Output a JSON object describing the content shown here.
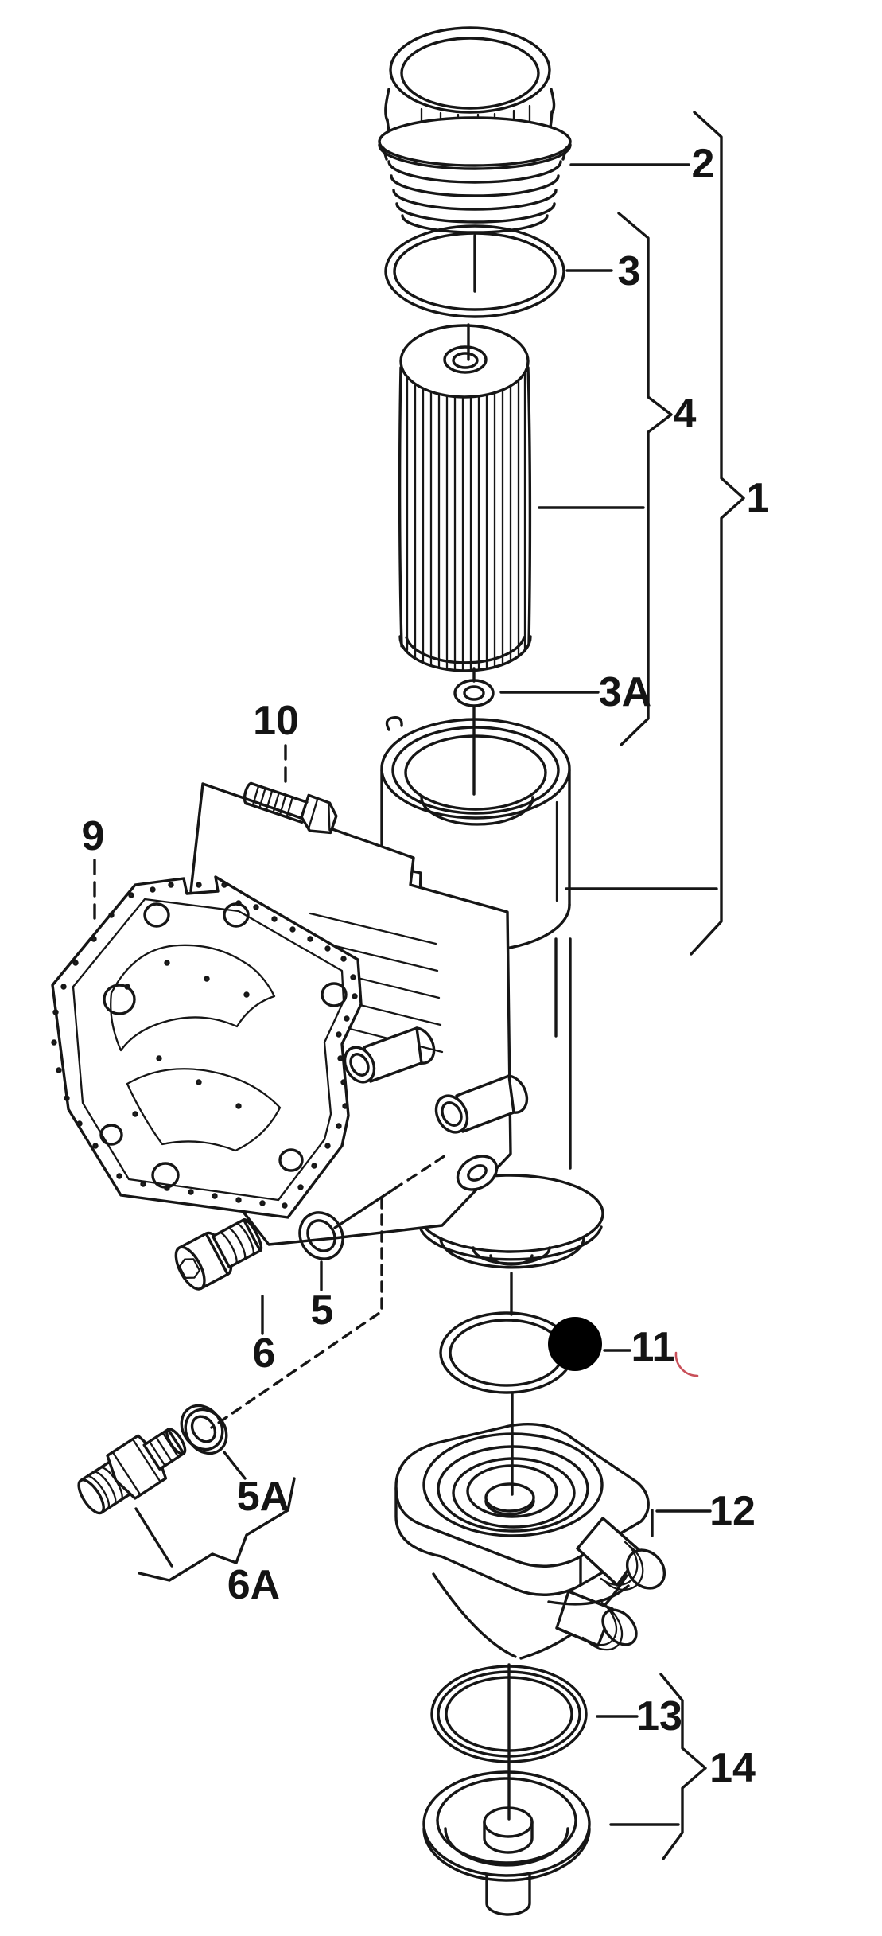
{
  "diagram": {
    "type": "exploded-parts-diagram",
    "subject": "oil-filter-housing-and-oil-cooler",
    "background": "#ffffff",
    "line_color": "#161616",
    "highlight": {
      "marker": "filled-circle",
      "on_part": "11",
      "color": "#000000"
    },
    "accent_mark_color": "#c9505a",
    "callouts": [
      {
        "id": "1",
        "text": "1"
      },
      {
        "id": "2",
        "text": "2"
      },
      {
        "id": "3",
        "text": "3"
      },
      {
        "id": "3A",
        "text": "3A"
      },
      {
        "id": "4",
        "text": "4"
      },
      {
        "id": "5",
        "text": "5"
      },
      {
        "id": "5A",
        "text": "5A"
      },
      {
        "id": "6",
        "text": "6"
      },
      {
        "id": "6A",
        "text": "6A"
      },
      {
        "id": "9",
        "text": "9"
      },
      {
        "id": "10",
        "text": "10"
      },
      {
        "id": "11",
        "text": "11"
      },
      {
        "id": "12",
        "text": "12"
      },
      {
        "id": "13",
        "text": "13"
      },
      {
        "id": "14",
        "text": "14"
      }
    ]
  }
}
